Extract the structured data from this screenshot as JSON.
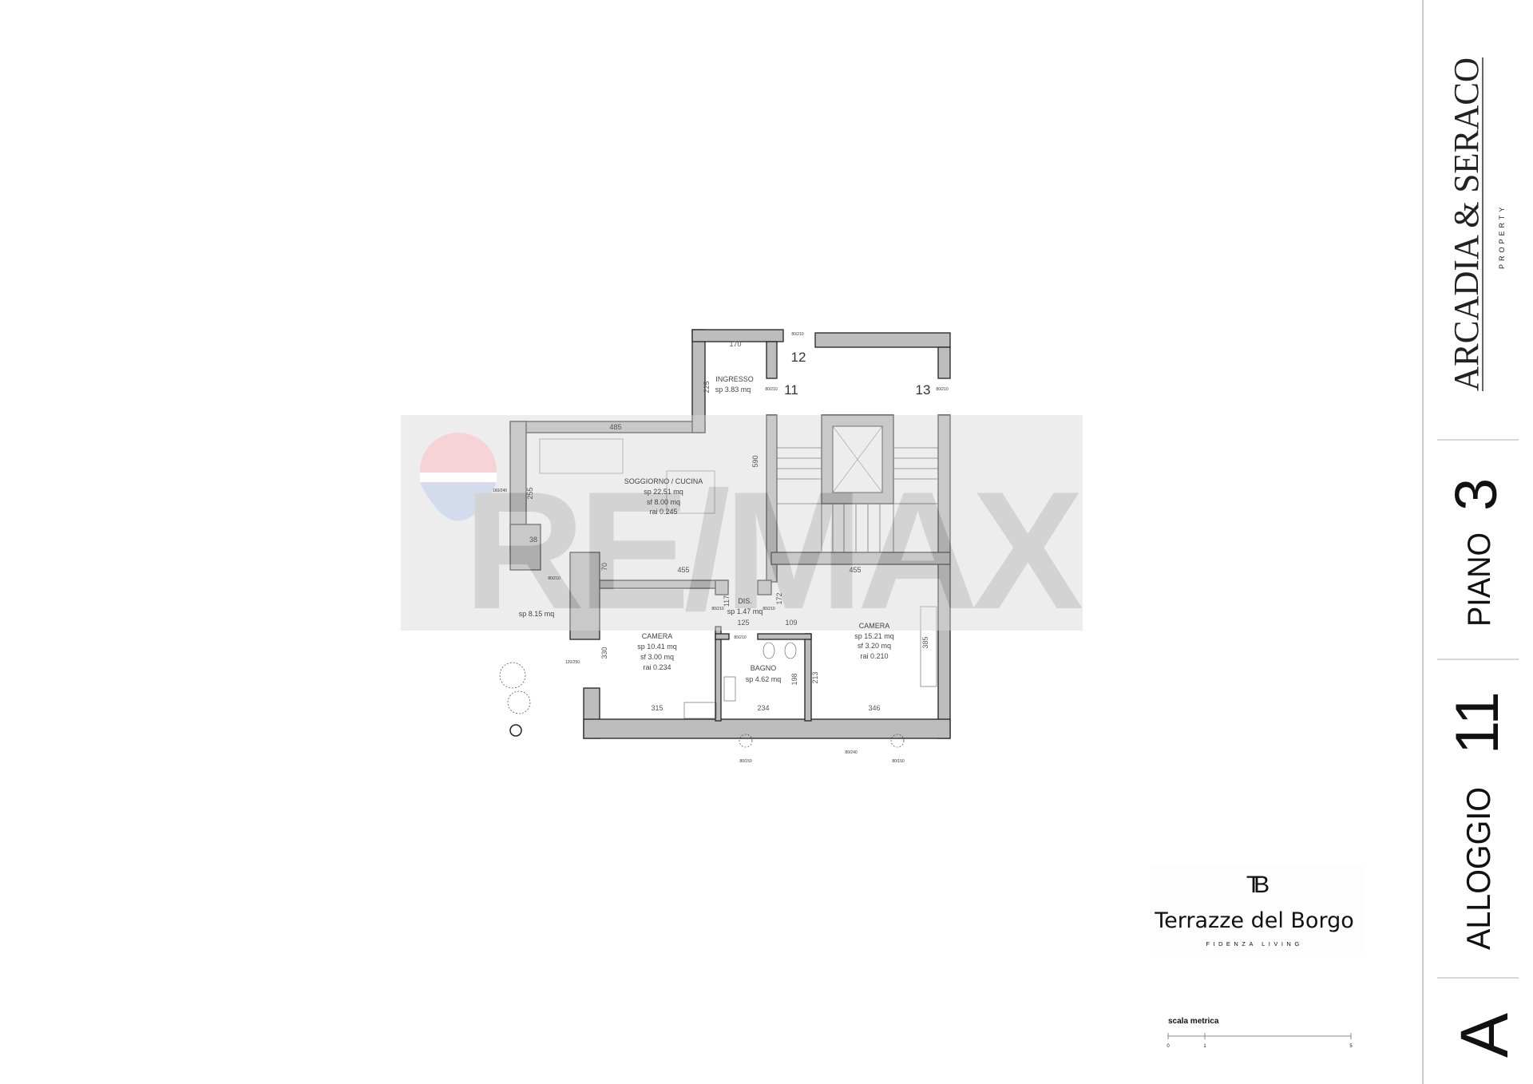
{
  "floorplan": {
    "unit_numbers": [
      "12",
      "11",
      "13"
    ],
    "door_label": "80/210",
    "door_labels": {
      "window_left": "160/240",
      "window_camera": "120/250",
      "bottom_a": "80/150",
      "bottom_b": "80/240",
      "bottom_c": "80/150"
    },
    "rooms": {
      "ingresso": {
        "name": "INGRESSO",
        "sp": "sp 3.83 mq"
      },
      "soggiorno": {
        "name": "SOGGIORNO / CUCINA",
        "sp": "sp 22.51 mq",
        "sf": "sf 8.00 mq",
        "rai": "rai 0.245"
      },
      "terrazzo": {
        "sp": "sp 8.15 mq"
      },
      "dis": {
        "name": "DIS.",
        "sp": "sp 1.47 mq"
      },
      "camera1": {
        "name": "CAMERA",
        "sp": "sp 10.41 mq",
        "sf": "sf 3.00 mq",
        "rai": "rai 0.234"
      },
      "bagno": {
        "name": "BAGNO",
        "sp": "sp 4.62 mq"
      },
      "camera2": {
        "name": "CAMERA",
        "sp": "sp 15.21 mq",
        "sf": "sf 3.20 mq",
        "rai": "rai 0.210"
      }
    },
    "dimensions": {
      "d170": "170",
      "d225": "225",
      "d485": "485",
      "d590": "590",
      "d255": "255",
      "d38": "38",
      "d70": "70",
      "d455a": "455",
      "d455b": "455",
      "d117": "117",
      "d172": "172",
      "d125": "125",
      "d109": "109",
      "d330": "330",
      "d198": "198",
      "d213": "213",
      "d385": "385",
      "d315": "315",
      "d234": "234",
      "d346": "346"
    }
  },
  "watermark": {
    "text": "RE/MAX",
    "color": "#9e9e9e"
  },
  "brand_logo": {
    "monogram": "TB",
    "name": "Terrazze del Borgo",
    "tagline": "FIDENZA LIVING"
  },
  "scale_bar": {
    "label": "scala metrica",
    "ticks": [
      "0",
      "1",
      "5"
    ]
  },
  "side_panel": {
    "agency": "ARCADIA & SERACO",
    "agency_sub": "PROPERTY",
    "floor_label": "PIANO",
    "floor_value": "3",
    "unit_label": "ALLOGGIO",
    "unit_value": "11",
    "building": "A"
  }
}
